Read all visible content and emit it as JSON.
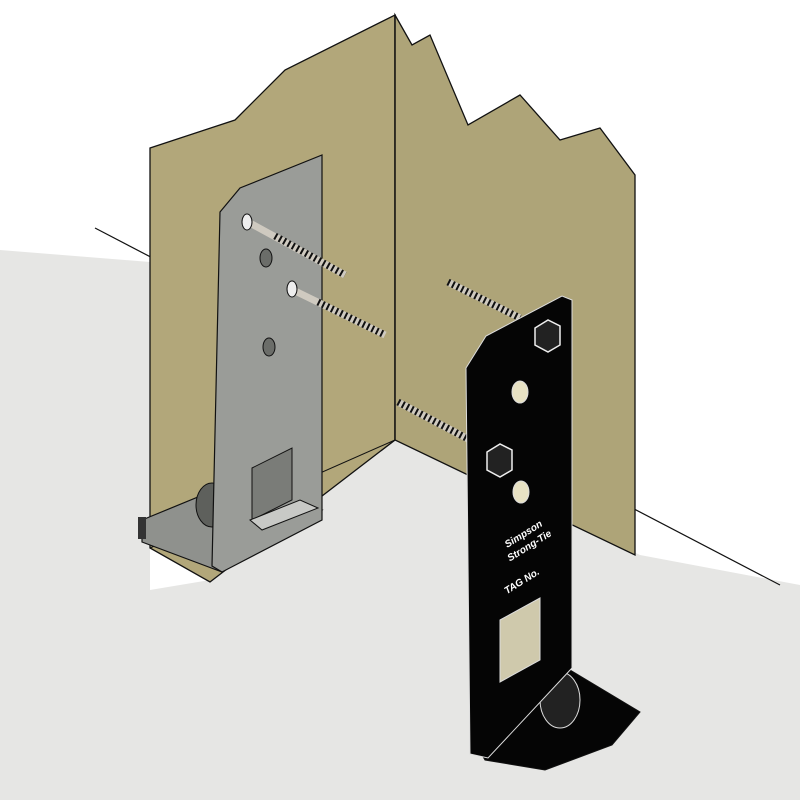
{
  "bracket_labels": {
    "brand_line1": "Simpson",
    "brand_line2": "Strong-Tie",
    "tag": "TAG No."
  },
  "colors": {
    "post": "#b2a77a",
    "floor": "#e6e6e4",
    "installed_bracket": "#9a9c98",
    "exploded_bracket": "#050505",
    "outline": "#111111"
  }
}
